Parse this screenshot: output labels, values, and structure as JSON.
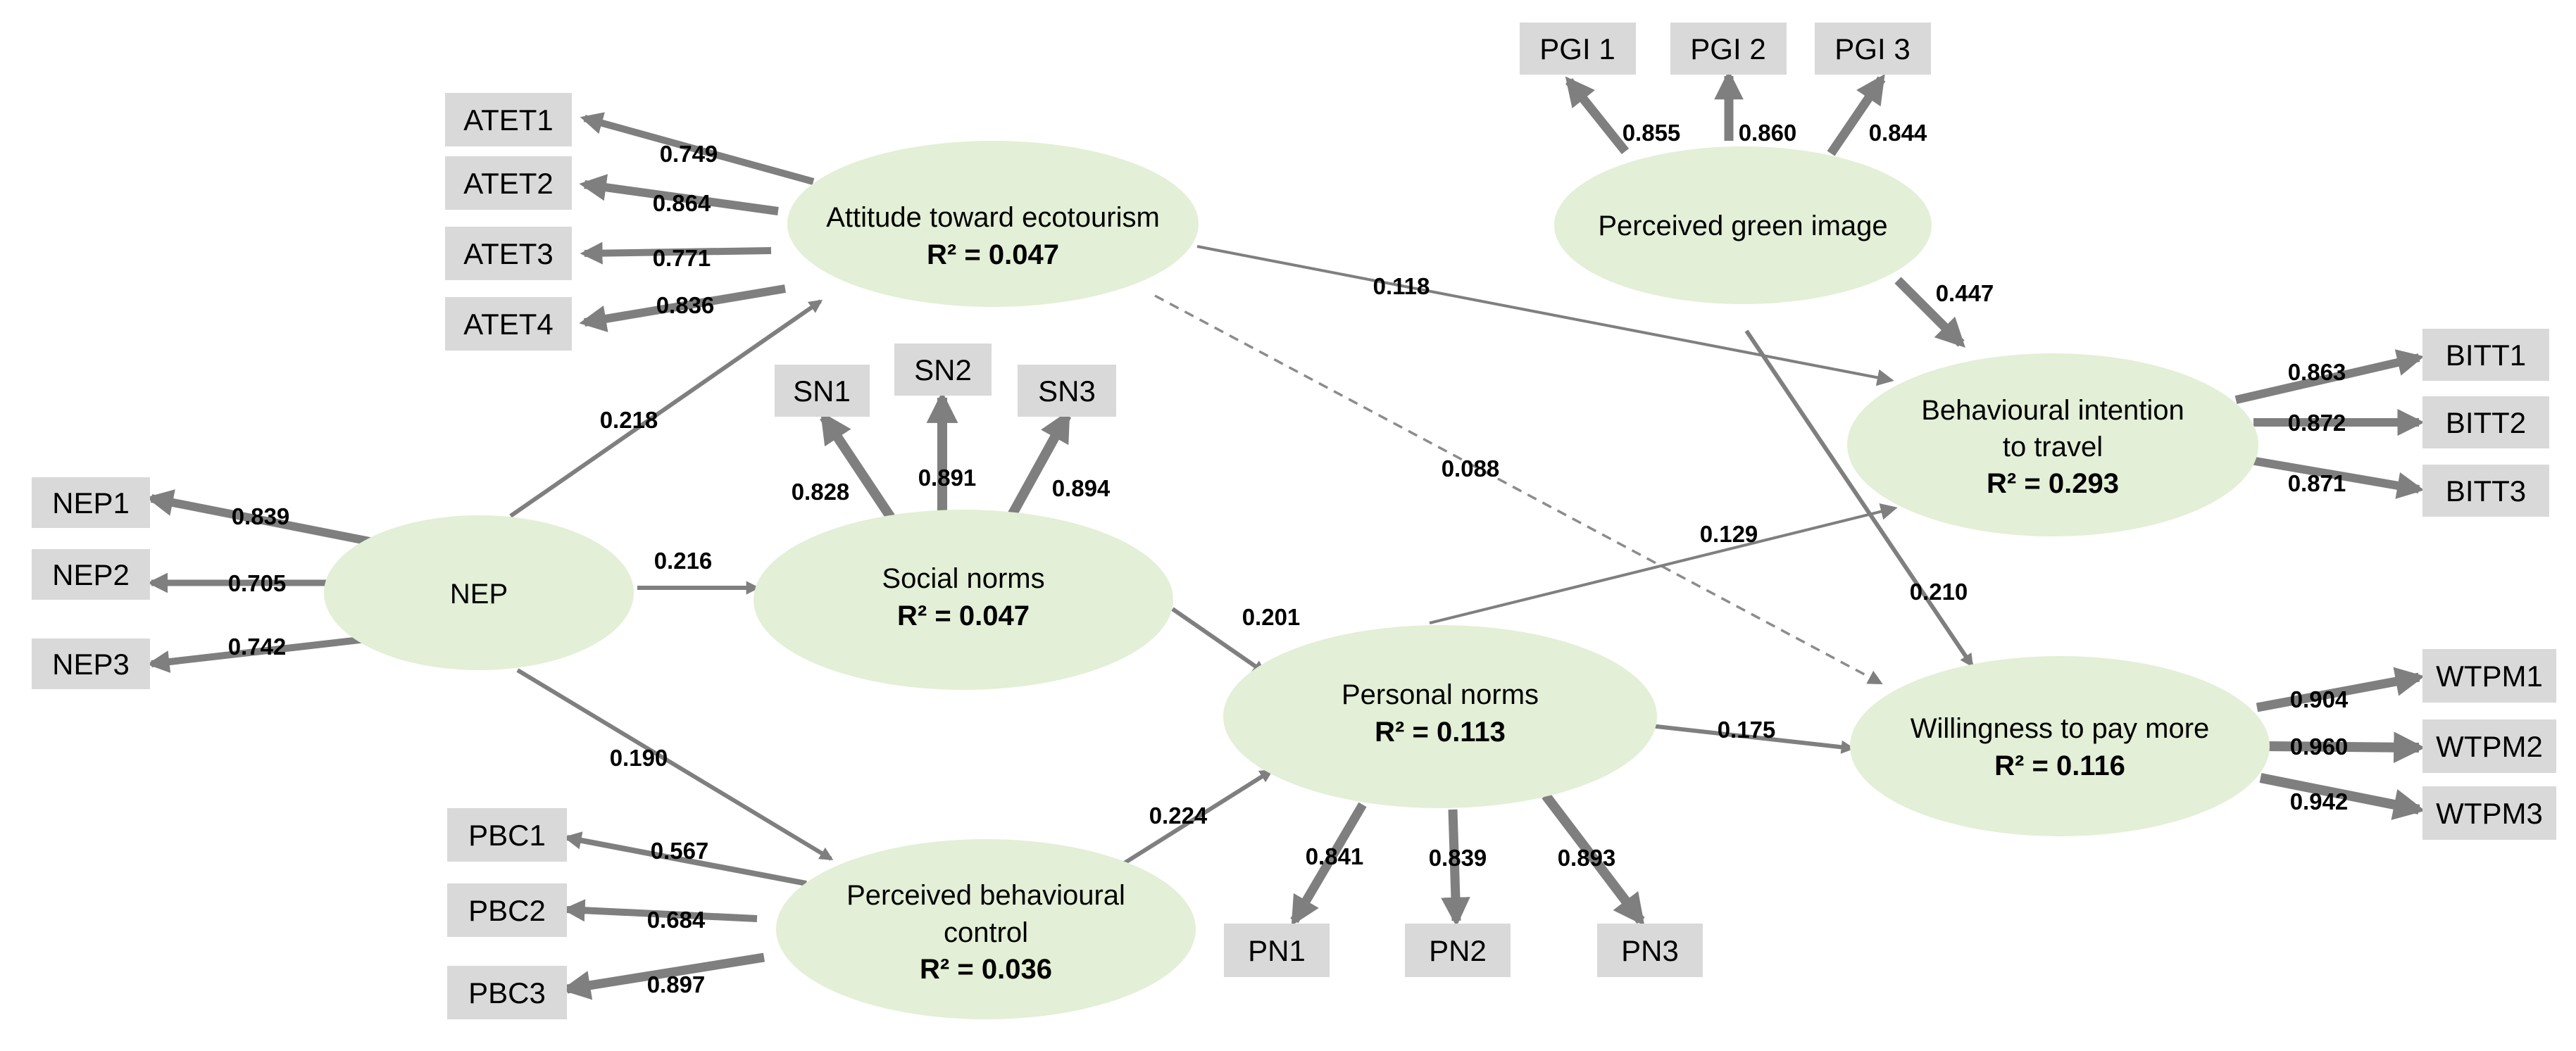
{
  "latent": {
    "atet": {
      "title": "Attitude toward ecotourism",
      "r2": "R² = 0.047"
    },
    "nep": {
      "title": "NEP"
    },
    "sn": {
      "title": "Social norms",
      "r2": "R² = 0.047"
    },
    "pbc": {
      "line1": "Perceived behavioural",
      "line2": "control",
      "r2": "R² = 0.036"
    },
    "pn": {
      "title": "Personal norms",
      "r2": "R² = 0.113"
    },
    "pgi": {
      "title": "Perceived green image"
    },
    "bitt": {
      "line1": "Behavioural intention",
      "line2": "to travel",
      "r2": "R² = 0.293"
    },
    "wtpm": {
      "title": "Willingness to pay more",
      "r2": "R² = 0.116"
    }
  },
  "indicators": {
    "atet1": "ATET1",
    "atet2": "ATET2",
    "atet3": "ATET3",
    "atet4": "ATET4",
    "nep1": "NEP1",
    "nep2": "NEP2",
    "nep3": "NEP3",
    "sn1": "SN1",
    "sn2": "SN2",
    "sn3": "SN3",
    "pbc1": "PBC1",
    "pbc2": "PBC2",
    "pbc3": "PBC3",
    "pn1": "PN1",
    "pn2": "PN2",
    "pn3": "PN3",
    "pgi1": "PGI 1",
    "pgi2": "PGI 2",
    "pgi3": "PGI 3",
    "bitt1": "BITT1",
    "bitt2": "BITT2",
    "bitt3": "BITT3",
    "wtpm1": "WTPM1",
    "wtpm2": "WTPM2",
    "wtpm3": "WTPM3"
  },
  "loadings": {
    "atet1": "0.749",
    "atet2": "0.864",
    "atet3": "0.771",
    "atet4": "0.836",
    "nep1": "0.839",
    "nep2": "0.705",
    "nep3": "0.742",
    "sn1": "0.828",
    "sn2": "0.891",
    "sn3": "0.894",
    "pbc1": "0.567",
    "pbc2": "0.684",
    "pbc3": "0.897",
    "pn1": "0.841",
    "pn2": "0.839",
    "pn3": "0.893",
    "pgi1": "0.855",
    "pgi2": "0.860",
    "pgi3": "0.844",
    "bitt1": "0.863",
    "bitt2": "0.872",
    "bitt3": "0.871",
    "wtpm1": "0.904",
    "wtpm2": "0.960",
    "wtpm3": "0.942"
  },
  "paths": {
    "nep_atet": "0.218",
    "nep_sn": "0.216",
    "nep_pbc": "0.190",
    "atet_bitt": "0.118",
    "atet_wtpm": "0.088",
    "sn_pn": "0.201",
    "pbc_pn": "0.224",
    "pn_bitt": "0.129",
    "pn_wtpm": "0.175",
    "pgi_bitt": "0.447",
    "pgi_wtpm": "0.210"
  },
  "colors": {
    "construct_fill": "#e3efd6",
    "indicator_fill": "#d9d9d9",
    "arrow": "#7f7f7f"
  }
}
